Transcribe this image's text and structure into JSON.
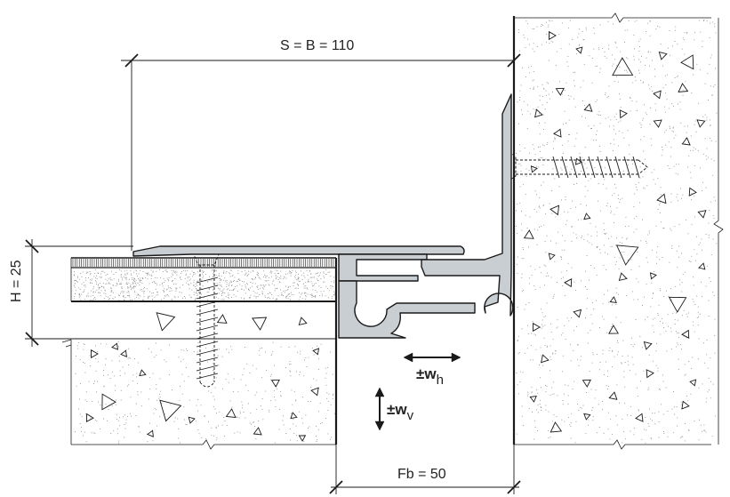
{
  "labels": {
    "width_dim": "S = B = 110",
    "height_dim": "H = 25",
    "gap_dim": "Fb = 50",
    "move_h_main": "±w",
    "move_h_sub": "h",
    "move_v_main": "±w",
    "move_v_sub": "v"
  },
  "colors": {
    "profile_fill": "#c9ced3",
    "outline": "#1a1a1a",
    "speckle": "#8a8a8a",
    "background": "#ffffff"
  }
}
